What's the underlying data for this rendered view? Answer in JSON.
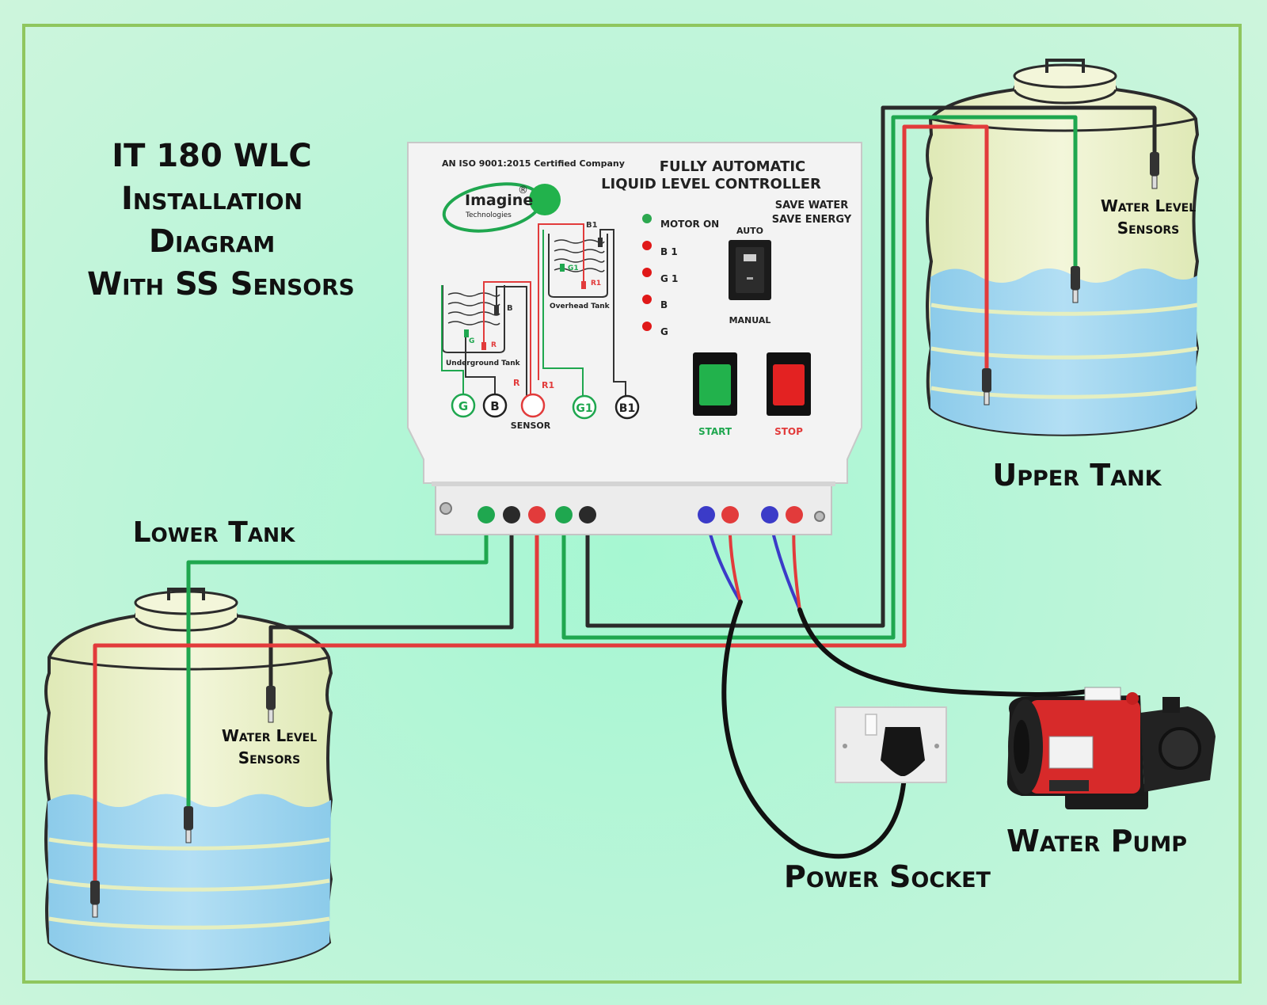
{
  "title": {
    "line1": "IT 180 WLC",
    "line2": "Installation",
    "line3": "Diagram",
    "line4": "With SS Sensors"
  },
  "labels": {
    "lower_tank": "Lower Tank",
    "upper_tank": "Upper Tank",
    "water_pump": "Water Pump",
    "power_socket": "Power Socket",
    "lower_sensors_line1": "Water Level",
    "lower_sensors_line2": "Sensors",
    "upper_sensors_line1": "Water Level",
    "upper_sensors_line2": "Sensors"
  },
  "controller": {
    "certification": "AN ISO 9001:2015 Certified Company",
    "brand": "Imagine",
    "brand_sub": "Technologies",
    "brand_mark": "®",
    "heading_line1": "FULLY AUTOMATIC",
    "heading_line2": "LIQUID LEVEL CONTROLLER",
    "slogan_line1": "SAVE WATER",
    "slogan_line2": "SAVE ENERGY",
    "indicators": [
      "MOTOR ON",
      "B 1",
      "G 1",
      "B",
      "G"
    ],
    "switch_top": "AUTO",
    "switch_bottom": "MANUAL",
    "start": "START",
    "stop": "STOP",
    "underground_tank": "Underground Tank",
    "overhead_tank": "Overhead Tank",
    "terminals": [
      "G",
      "B",
      "",
      "G1",
      "B1"
    ],
    "sensor_label": "SENSOR",
    "mini": {
      "b": "B",
      "g": "G",
      "r": "R",
      "b1": "B1",
      "g1": "G1",
      "r1": "R1"
    }
  },
  "colors": {
    "green_wire": "#1fa74f",
    "red_wire": "#e23b3b",
    "black_wire": "#2a2a2a",
    "blue_wire": "#3b3bc8",
    "water": "#a7d7f0",
    "tank_body": "#eef3cf"
  }
}
